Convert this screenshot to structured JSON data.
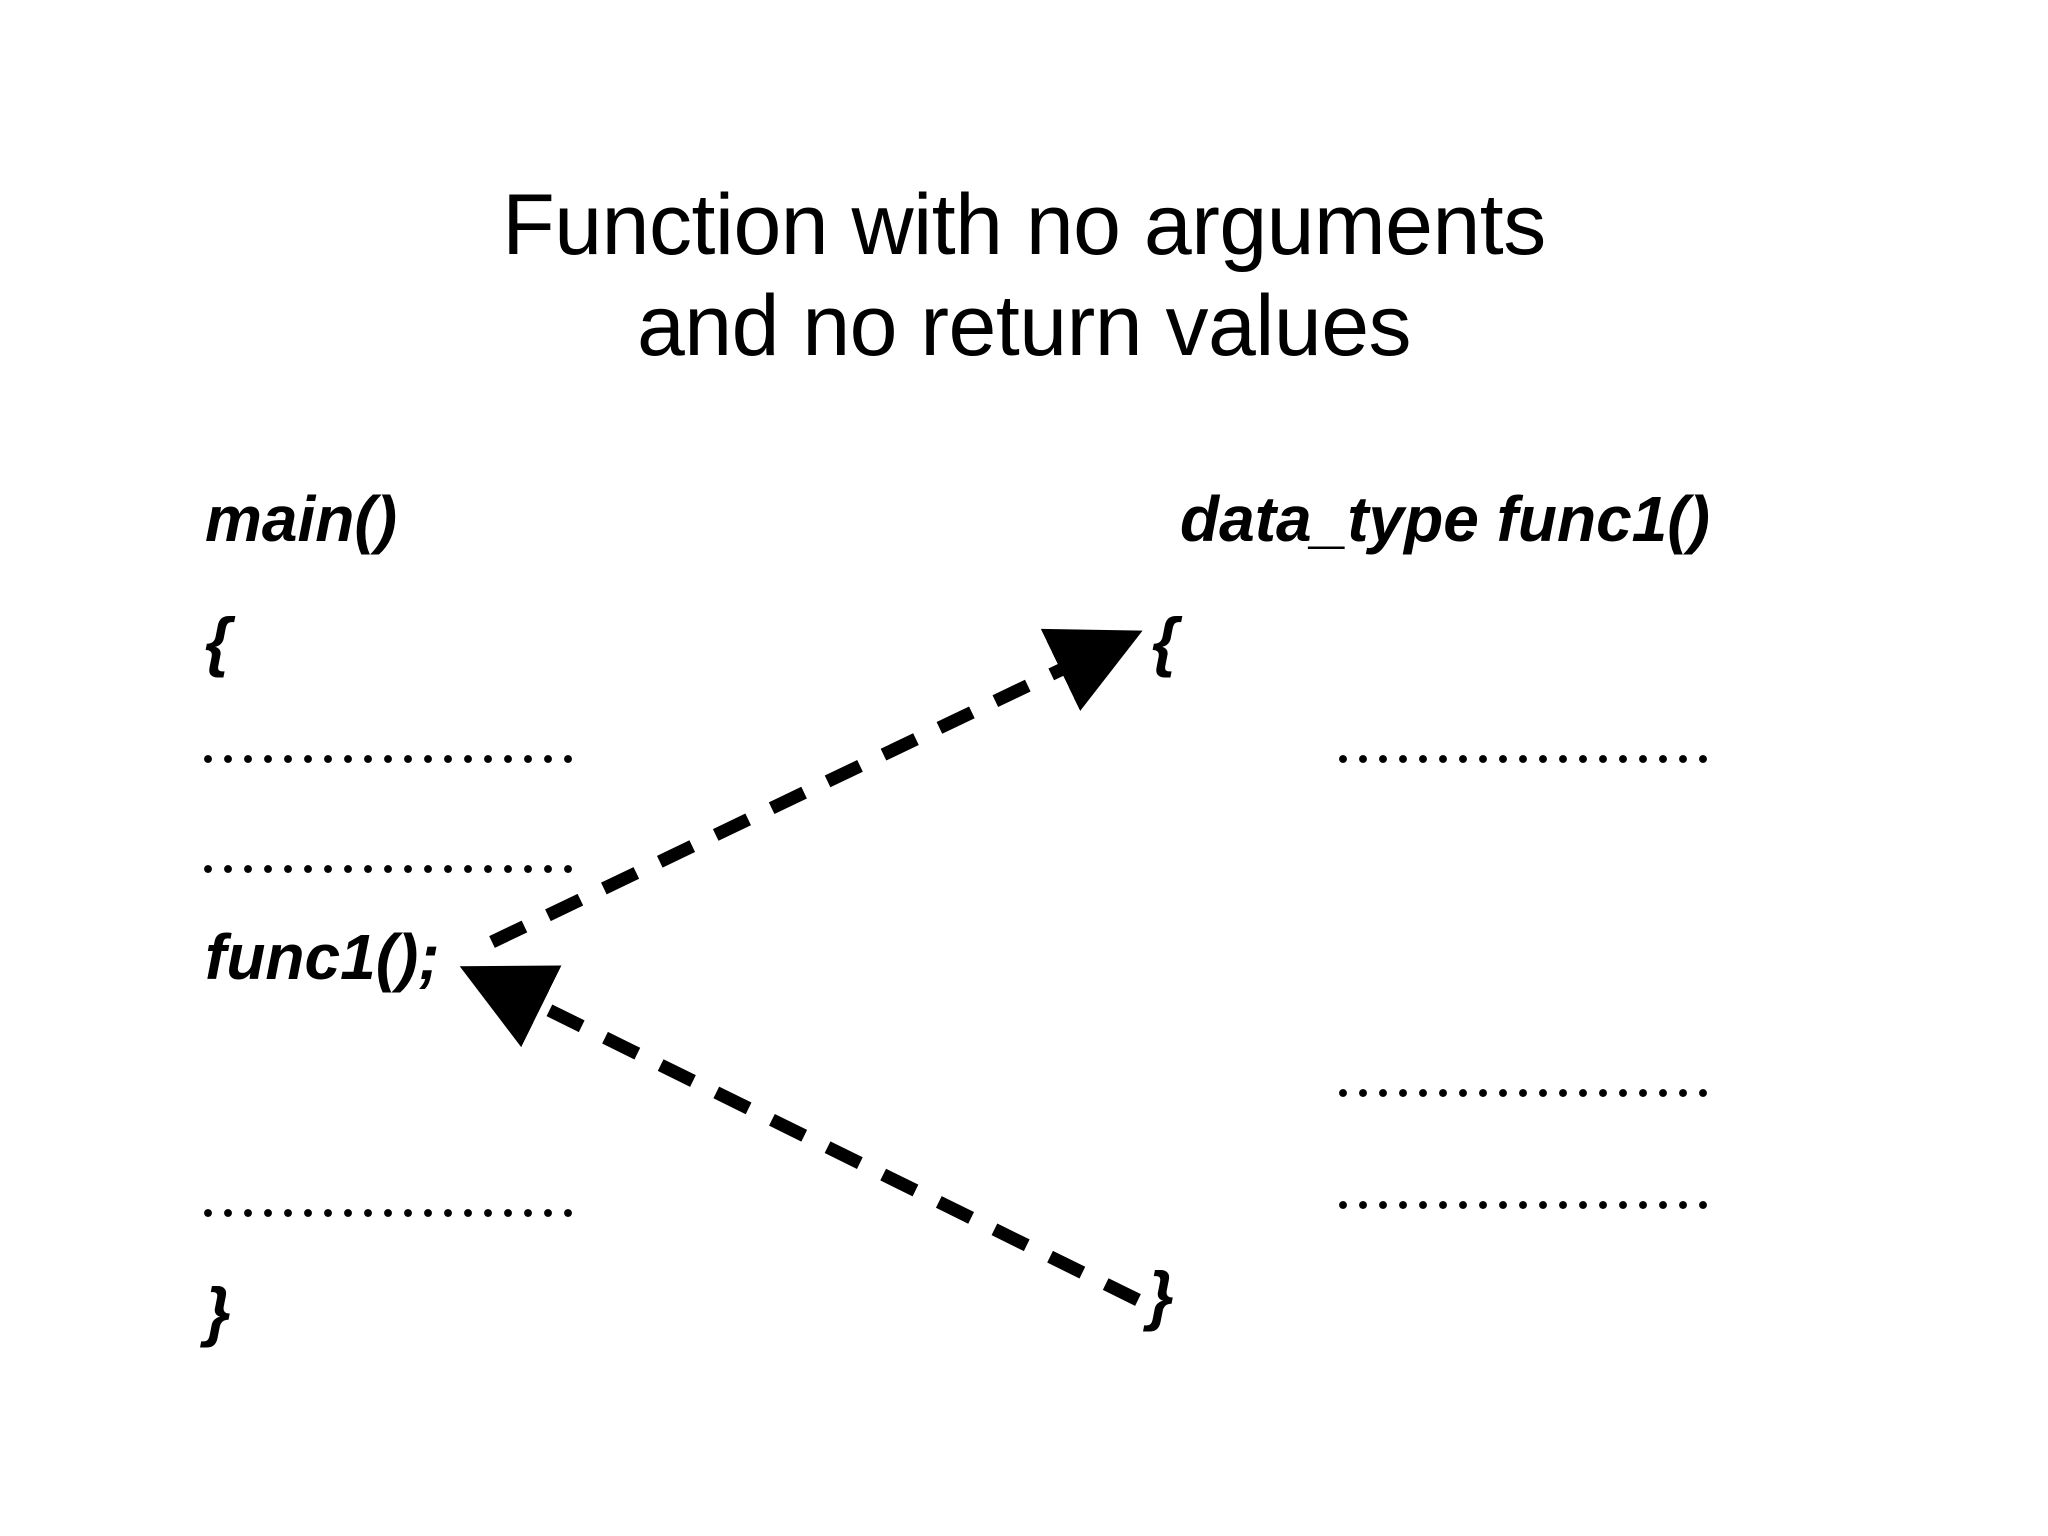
{
  "slide": {
    "background_color": "#ffffff",
    "ink_color": "#000000"
  },
  "title": {
    "line1": "Function with no arguments",
    "line2": "and no return values"
  },
  "caller_block": {
    "name": "main-function-block",
    "signature": "main()",
    "open_brace": "{",
    "call_statement": "func1();",
    "close_brace": "}",
    "elided_lines": 3
  },
  "callee_block": {
    "name": "func1-function-block",
    "signature": "data_type func1()",
    "open_brace": "{",
    "close_brace": "}",
    "elided_lines": 3
  },
  "arrows": [
    {
      "name": "call-arrow",
      "style": "dashed",
      "from": "func1(); in main()",
      "to": "{ of data_type func1()",
      "direction": "up-right",
      "color": "#000000"
    },
    {
      "name": "return-arrow",
      "style": "dashed",
      "from": "} of data_type func1()",
      "to": "func1(); in main()",
      "direction": "up-left",
      "color": "#000000"
    }
  ]
}
